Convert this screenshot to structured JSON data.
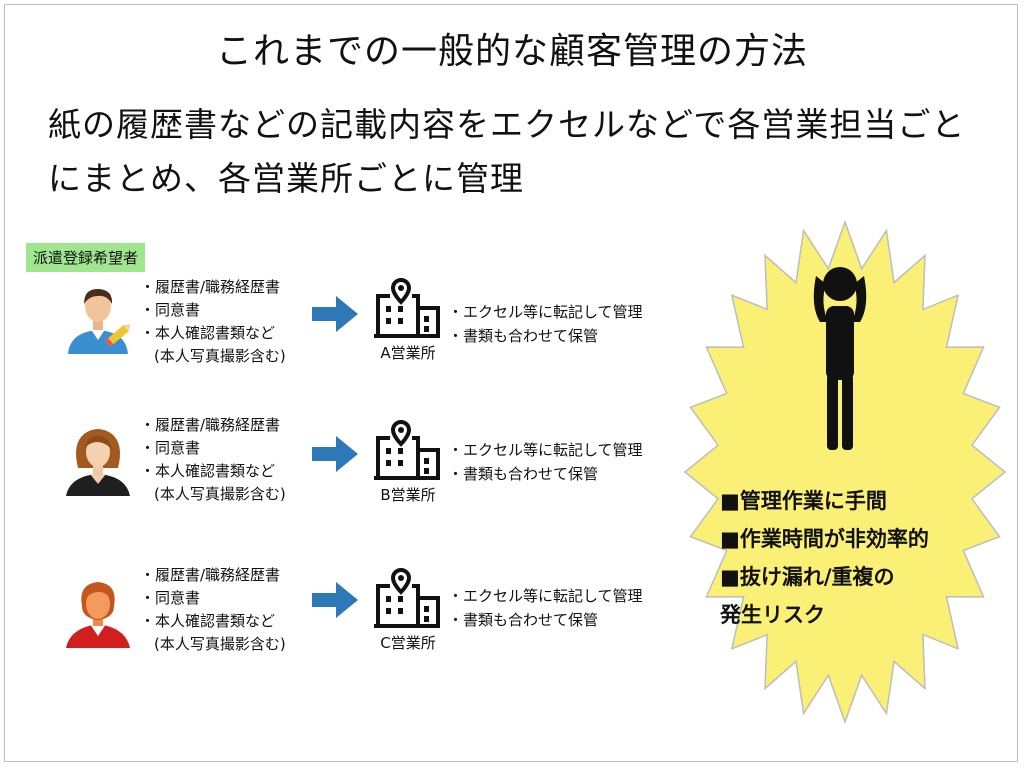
{
  "title": "これまでの一般的な顧客管理の方法",
  "lead": [
    "紙の履歴書などの記載内容をエクセルなどで各営業担当ごと",
    "にまとめ、各営業所ごとに管理"
  ],
  "tag": "派遣登録希望者",
  "docs": [
    "・履歴書/職務経歴書",
    "・同意書",
    "・本人確認書類など",
    "(本人写真撮影含む)"
  ],
  "notes": [
    "・エクセル等に転記して管理",
    "・書類も合わせて保管"
  ],
  "offices": [
    "A営業所",
    "B営業所",
    "C営業所"
  ],
  "issues": [
    "■管理作業に手間",
    "■作業時間が非効率的",
    "■抜け漏れ/重複の",
    "発生リスク"
  ],
  "colors": {
    "tag_bg": "#9fe68f",
    "arrow": "#2d78b7",
    "burst_fill": "#faf075",
    "burst_stroke": "#bdbdbd"
  },
  "icons": [
    "person-pen-icon",
    "woman-icon",
    "woman-red-icon",
    "arrow-right-icon",
    "office-building-icon",
    "distressed-person-icon"
  ]
}
